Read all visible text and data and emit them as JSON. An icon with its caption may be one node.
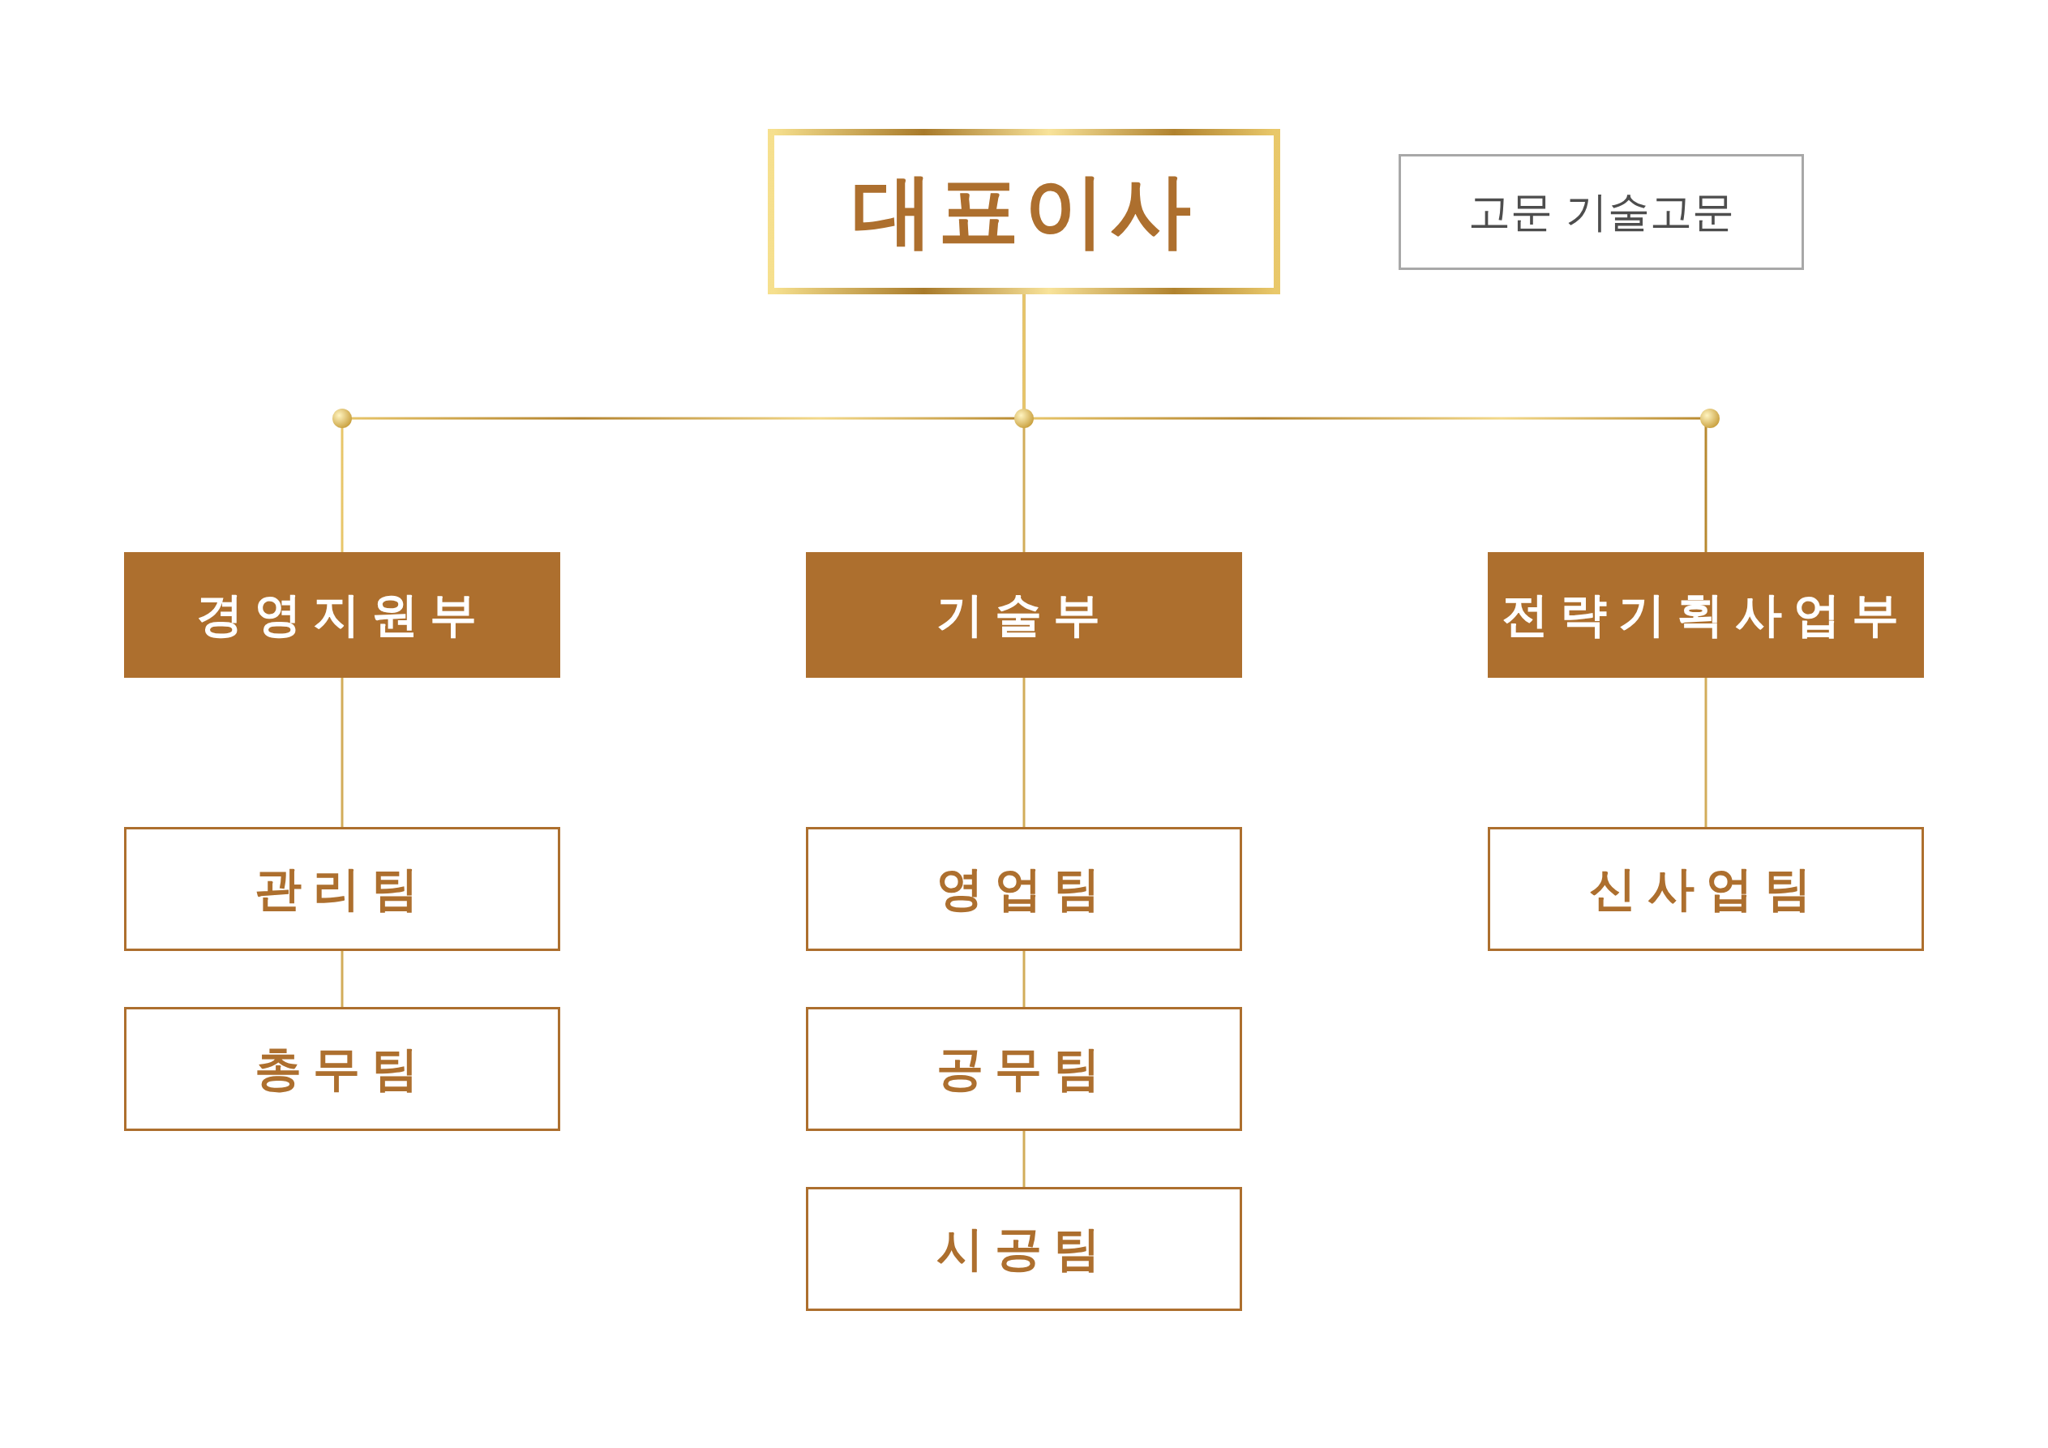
{
  "diagram": {
    "nodes": [
      {
        "text": [
          "대표이사"
        ]
      },
      {
        "text": [
          "고문 기술고문"
        ]
      },
      {
        "text": [
          "경영지원부"
        ]
      },
      {
        "text": [
          "기술부"
        ]
      },
      {
        "text": [
          "전략기획사업부"
        ]
      },
      {
        "text": [
          "관리팀"
        ]
      },
      {
        "text": [
          "총무팀"
        ]
      },
      {
        "text": [
          "영업팀"
        ]
      },
      {
        "text": [
          "공무팀"
        ]
      },
      {
        "text": [
          "시공팀"
        ]
      },
      {
        "text": [
          "신사업팀"
        ]
      }
    ],
    "edges": [
      {
        "from": 0,
        "to": 2,
        "arrow": "none"
      },
      {
        "from": 0,
        "to": 3,
        "arrow": "none"
      },
      {
        "from": 0,
        "to": 4,
        "arrow": "none"
      },
      {
        "from": 2,
        "to": 5,
        "arrow": "none"
      },
      {
        "from": 5,
        "to": 6,
        "arrow": "none"
      },
      {
        "from": 3,
        "to": 7,
        "arrow": "none"
      },
      {
        "from": 7,
        "to": 8,
        "arrow": "none"
      },
      {
        "from": 8,
        "to": 9,
        "arrow": "none"
      },
      {
        "from": 4,
        "to": 10,
        "arrow": "none"
      }
    ]
  }
}
